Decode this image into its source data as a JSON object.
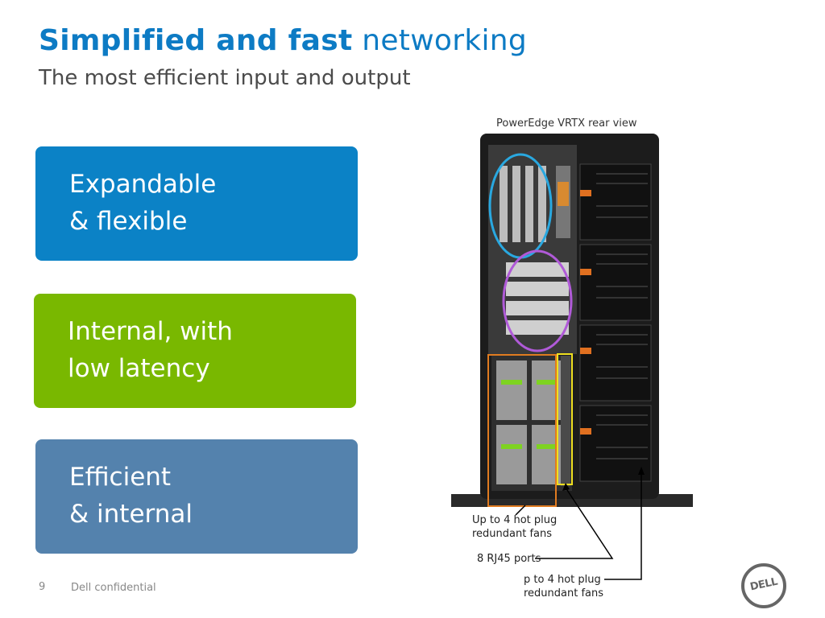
{
  "slide": {
    "title_bold": "Simplified and fast",
    "title_rest": " networking",
    "subtitle": "The most efficient input and output",
    "cards": [
      {
        "label": "Expandable\n& flexible",
        "color": "#0b82c6"
      },
      {
        "label": "Internal, with\nlow latency",
        "color": "#79b800"
      },
      {
        "label": "Efficient\n& internal",
        "color": "#5482ad"
      }
    ],
    "page_number": "9",
    "confidential": "Dell confidential",
    "logo_text": "DELL"
  },
  "figure": {
    "caption": "PowerEdge VRTX rear view",
    "labels": {
      "fans_1": "Up to 4 hot plug\nredundant fans",
      "rj45": "8 RJ45 ports",
      "fans_2": "p to 4 hot plug\nredundant fans"
    },
    "highlight_colors": {
      "blue_ring": "#29a8e0",
      "purple_ring": "#b05ad8",
      "orange_box": "#e07b20",
      "yellow_box": "#f0e020"
    }
  }
}
